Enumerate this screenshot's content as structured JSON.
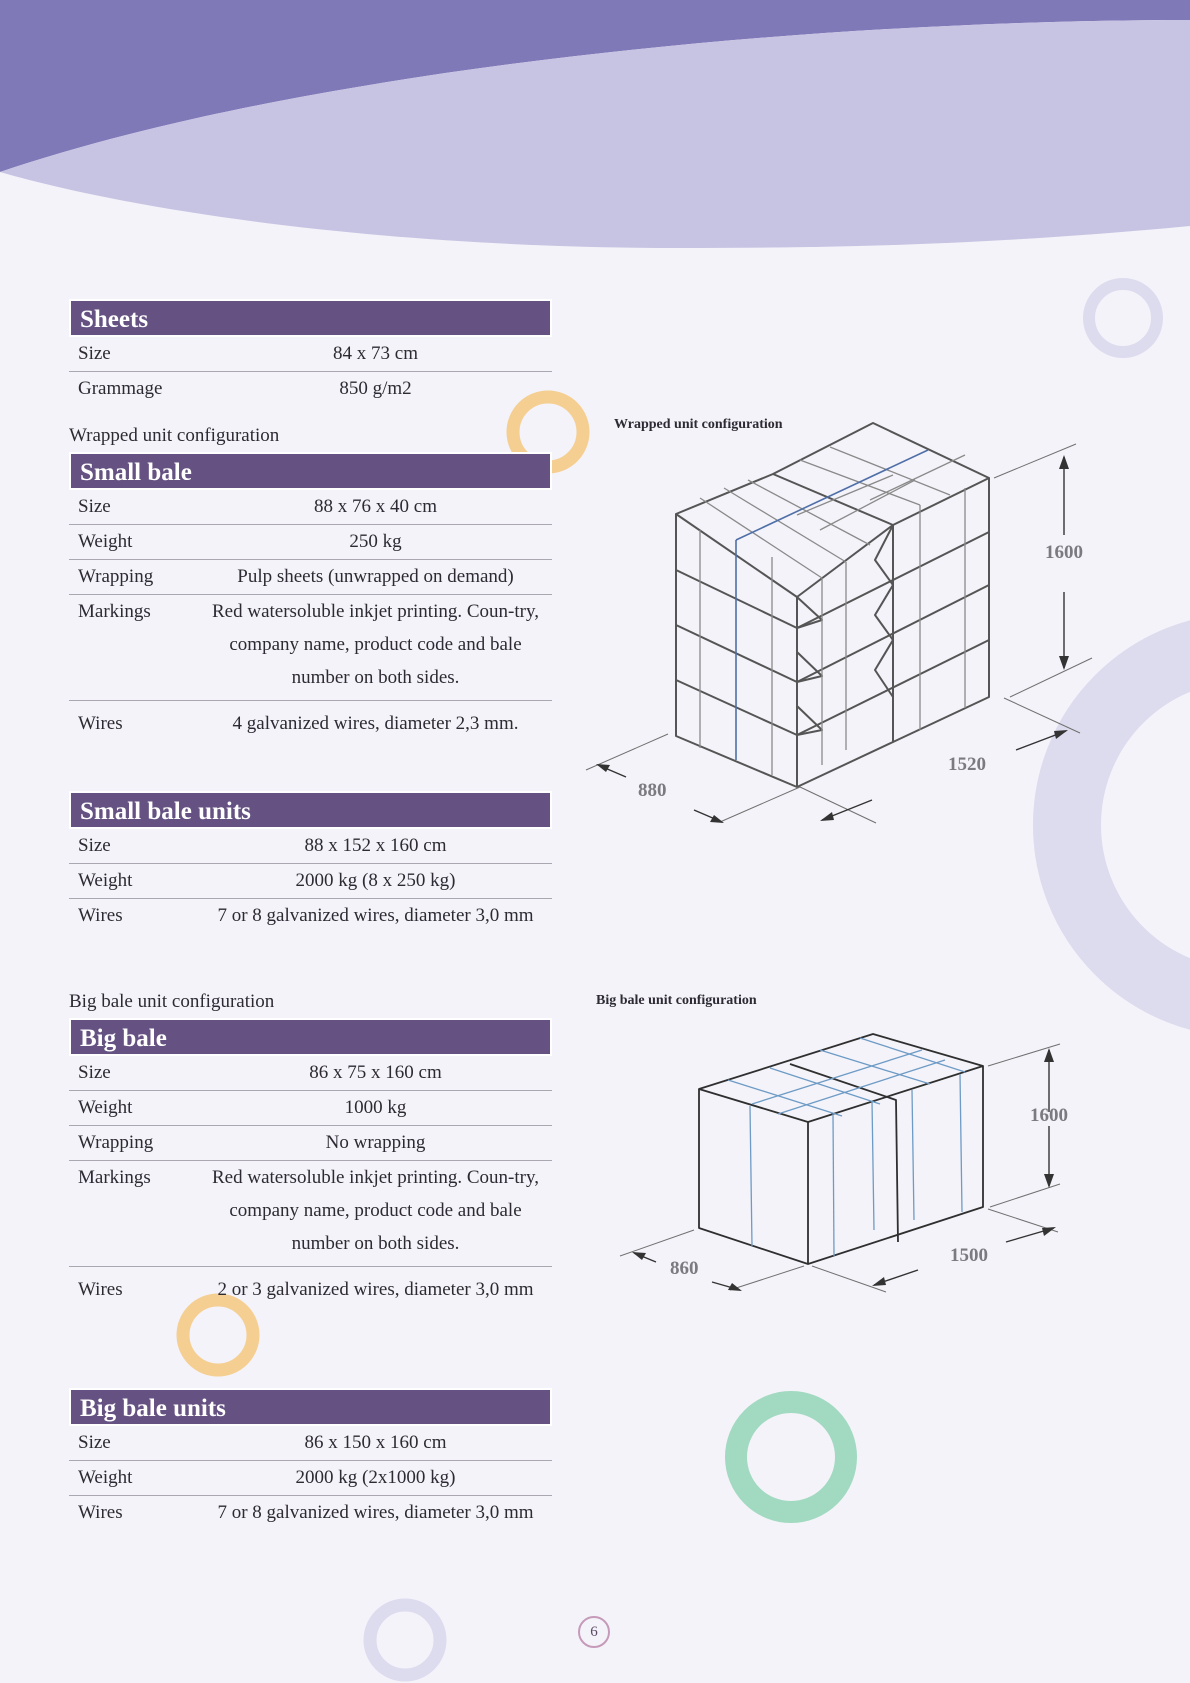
{
  "colors": {
    "header_bg": "#655282",
    "wave_dark": "#8079b8",
    "wave_light": "#c7c4e3",
    "ring_orange": "#f5cf92",
    "ring_green": "#a1dac0",
    "ring_lavender": "#dddbee"
  },
  "sheets": {
    "title": "Sheets",
    "rows": [
      {
        "label": "Size",
        "value": "84 x 73 cm"
      },
      {
        "label": "Grammage",
        "value": "850 g/m2"
      }
    ]
  },
  "wrapped_section_title": "Wrapped unit configuration",
  "small_bale": {
    "title": "Small bale",
    "rows": [
      {
        "label": "Size",
        "value": "88 x 76 x 40 cm"
      },
      {
        "label": "Weight",
        "value": "250 kg"
      },
      {
        "label": "Wrapping",
        "value": "Pulp sheets (unwrapped on demand)"
      },
      {
        "label": "Markings",
        "value": "Red watersoluble inkjet printing. Coun-try, company name, product code and bale number on both sides."
      },
      {
        "label": "Wires",
        "value": "4 galvanized wires, diameter 2,3 mm."
      }
    ]
  },
  "small_bale_units": {
    "title": "Small bale units",
    "rows": [
      {
        "label": "Size",
        "value": "88 x 152 x 160 cm"
      },
      {
        "label": "Weight",
        "value": "2000 kg (8 x 250 kg)"
      },
      {
        "label": "Wires",
        "value": "7 or 8 galvanized wires, diameter 3,0 mm"
      }
    ]
  },
  "big_section_title": "Big bale unit configuration",
  "big_bale": {
    "title": "Big bale",
    "rows": [
      {
        "label": "Size",
        "value": "86 x 75 x 160 cm"
      },
      {
        "label": "Weight",
        "value": "1000 kg"
      },
      {
        "label": "Wrapping",
        "value": "No wrapping"
      },
      {
        "label": "Markings",
        "value": "Red watersoluble inkjet printing. Coun-try, company name, product code and bale number on both sides."
      },
      {
        "label": "Wires",
        "value": "2 or 3 galvanized wires, diameter 3,0 mm"
      }
    ]
  },
  "big_bale_units": {
    "title": "Big bale units",
    "rows": [
      {
        "label": "Size",
        "value": "86 x 150 x 160 cm"
      },
      {
        "label": "Weight",
        "value": "2000 kg (2x1000 kg)"
      },
      {
        "label": "Wires",
        "value": "7 or 8 galvanized wires, diameter 3,0 mm"
      }
    ]
  },
  "figure_wrapped": {
    "caption": "Wrapped unit configuration",
    "height_label": "1600",
    "width_label": "1520",
    "depth_label": "880"
  },
  "figure_big": {
    "caption": "Big bale unit configuration",
    "height_label": "1600",
    "width_label": "1500",
    "depth_label": "860"
  },
  "page_number": "6"
}
